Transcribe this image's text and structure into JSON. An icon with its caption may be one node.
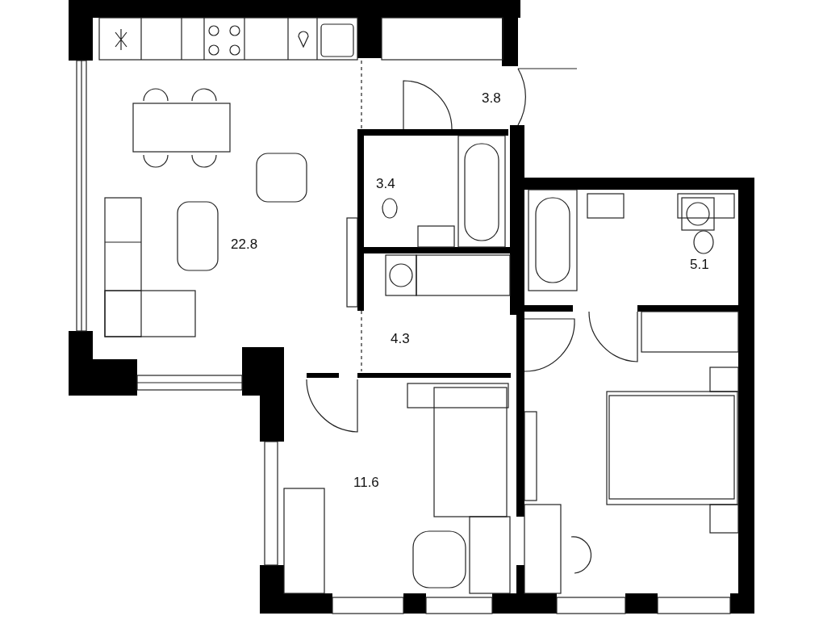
{
  "diagram": {
    "labels": [
      "3.8",
      "3.4",
      "22.8",
      "5.1",
      "4.3",
      "11.6"
    ]
  }
}
